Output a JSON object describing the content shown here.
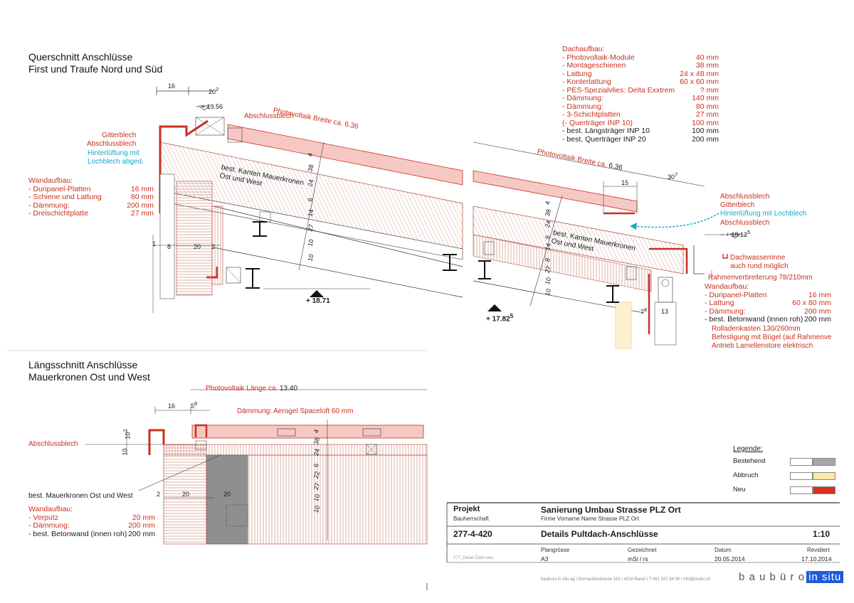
{
  "sections": {
    "cross": {
      "title1": "Querschnitt Anschlüsse",
      "title2": "First und Traufe Nord und Süd"
    },
    "long": {
      "title1": "Längsschnitt Anschlüsse",
      "title2": "Mauerkronen Ost und West"
    }
  },
  "dach_aufbau": {
    "title": "Dachaufbau:",
    "rows": [
      {
        "label": "- Photovoltaik-Module",
        "value": "40 mm",
        "color": "#c8301e"
      },
      {
        "label": "- Montageschienen",
        "value": "38 mm",
        "color": "#c8301e"
      },
      {
        "label": "- Lattung",
        "value": "24 x 48 mm",
        "color": "#c8301e"
      },
      {
        "label": "- Konterlattung",
        "value": "60 x 60 mm",
        "color": "#c8301e"
      },
      {
        "label": "- PES-Spezialvlies: Delta Exxtrem",
        "value": "? mm",
        "color": "#c8301e"
      },
      {
        "label": "- Dämmung:",
        "value": "140 mm",
        "color": "#c8301e"
      },
      {
        "label": "- Dämmung:",
        "value": "80 mm",
        "color": "#c8301e"
      },
      {
        "label": "- 3-Schichtplatten",
        "value": "27 mm",
        "color": "#c8301e"
      },
      {
        "label": "(- Querträger INP 10)",
        "value": "100 mm",
        "color": "#c8301e"
      },
      {
        "label": "- best. Längsträger INP 10",
        "value": "100 mm",
        "color": "#1a1a1a"
      },
      {
        "label": "- best. Querträger INP 20",
        "value": "200 mm",
        "color": "#1a1a1a"
      }
    ]
  },
  "wand_left": {
    "title": "Wandaufbau:",
    "rows": [
      {
        "label": "- Duripanel-Platten",
        "value": "16 mm"
      },
      {
        "label": "- Schiene und Lattung",
        "value": "80 mm"
      },
      {
        "label": "- Dämmung:",
        "value": "200 mm"
      },
      {
        "label": "- Dreischichtplatte",
        "value": "27 mm"
      }
    ]
  },
  "wand_right": {
    "title": "Wandaufbau:",
    "rows": [
      {
        "label": "- Duripanel-Platten",
        "value": "16 mm",
        "color": "#c8301e"
      },
      {
        "label": "- Lattung",
        "value": "60 x 80 mm",
        "color": "#c8301e"
      },
      {
        "label": "- Dämmung:",
        "value": "200 mm",
        "color": "#c8301e"
      },
      {
        "label": "- best. Betonwand (innen roh)",
        "value": "200 mm",
        "color": "#1a1a1a"
      }
    ]
  },
  "wand_bottom": {
    "title": "Wandaufbau:",
    "rows": [
      {
        "label": "- Verputz",
        "value": "20 mm",
        "color": "#c8301e"
      },
      {
        "label": "- Dämmung:",
        "value": "200 mm",
        "color": "#c8301e"
      },
      {
        "label": "- best. Betonwand (innen roh)",
        "value": "200 mm",
        "color": "#1a1a1a"
      }
    ]
  },
  "labels": {
    "gitterblech": "Gitterblech",
    "abschlussblech": "Abschlussblech",
    "hinterlueftung1": "Hinterlüftung mit",
    "hinterlueftung2": "Lochblech abged.",
    "abschlussblech_top": "Abschlussblech",
    "pv_breite": "Photovoltaik Breite ca. 6.36",
    "pv_breite_r": "Photovoltaik Breite ca.",
    "pv_breite_r_val": "6.36",
    "best_kanten": "best. Kanten Mauerkronen",
    "ost_west": "Ost und West",
    "level_1956": "~ + 19.56",
    "level_1871": "+ 18.71",
    "level_1782": "+ 17.82",
    "level_1782_sup": "5",
    "level_1812": "~ + 18.12",
    "level_1812_sup": "5",
    "r_abschluss1": "Abschlussblech",
    "r_gitter": "Gitterblech",
    "r_hinter": "Hinterlüftung mit Lochblech",
    "r_abschluss2": "Abschlussblech",
    "dachwasser1": "Dachwasserrinne",
    "dachwasser2": "auch rund möglich",
    "rahmen": "Rahmenverbreiterung 78/210mm",
    "rollladen1": "Rolladenkasten 130/260mm",
    "rollladen2": "Befestigung mit Bügel (auf Rahmenve",
    "rollladen3": "Antrieb Lamellenstore elektrisch",
    "pv_laenge": "Photovoltaik Länge ca.",
    "pv_laenge_val": "13.40",
    "daemmung_aerogel": "Dämmung: Aerogel Spaceloft 60 mm",
    "abschlussblech_bottom": "Abschlussblech",
    "best_mauerkronen": "best. Mauerkronen Ost und West"
  },
  "dims": {
    "d16a": "16",
    "d20": "20",
    "d20sup": "2",
    "d15": "15",
    "d30": "30",
    "d30sup": "7",
    "d16b": "16",
    "d5": "5",
    "d5sup": "8",
    "d13": "13",
    "d7": "7",
    "d7sup": "8",
    "vert_left": [
      "4",
      "38",
      "24",
      "6",
      "14",
      "27",
      "10",
      "10"
    ],
    "vert_right": [
      "4",
      "38",
      "24",
      "6",
      "14",
      "8",
      "27",
      "10",
      "10"
    ],
    "vert_bottom": [
      "4",
      "38",
      "24",
      "6",
      "22",
      "27",
      "10",
      "10"
    ],
    "bottom_2": "2",
    "bottom_20a": "20",
    "bottom_20b": "20",
    "bottom_10a": "10",
    "bottom_10b": "10",
    "bottom_sup": "2",
    "small_18": "1",
    "small_8": "8",
    "small_20": "20",
    "small_2": "2"
  },
  "legend": {
    "title": "Legende:",
    "items": [
      {
        "label": "Bestehend",
        "color": "#a6a6a6"
      },
      {
        "label": "Abbruch",
        "color": "#fde9a8"
      },
      {
        "label": "Neu",
        "color": "#d8301e"
      }
    ]
  },
  "title_block": {
    "projekt_label": "Projekt",
    "bauherrschaft": "Bauherrschaft",
    "project_name": "Sanierung Umbau Strasse PLZ Ort",
    "client": "Firme Vorname Name Strasse PLZ Ort",
    "number": "277-4-420",
    "drawing_title": "Details Pultdach-Anschlüsse",
    "scale": "1:10",
    "plangroesse_label": "Plangrösse",
    "plangroesse": "A3",
    "gezeichnet_label": "Gezeichnet",
    "gezeichnet": "mSi / rs",
    "datum_label": "Datum",
    "datum": "20.05.2014",
    "revidiert_label": "Revidiert",
    "revidiert": "17.10.2014",
    "file": "277_Detail Dach.vwx",
    "footer": "bauburo in situ ag  I  Dornacherstrasse 192  I  4018 Basel  I  T 061 337 84 00  I  info@insitu.ch",
    "logo_left": "b a u b ü r o",
    "logo_right": "in situ"
  },
  "colors": {
    "red": "#c8301e",
    "cyan": "#1aa6c9",
    "pink": "#f6c8c4",
    "grey": "#b9b9b9"
  }
}
